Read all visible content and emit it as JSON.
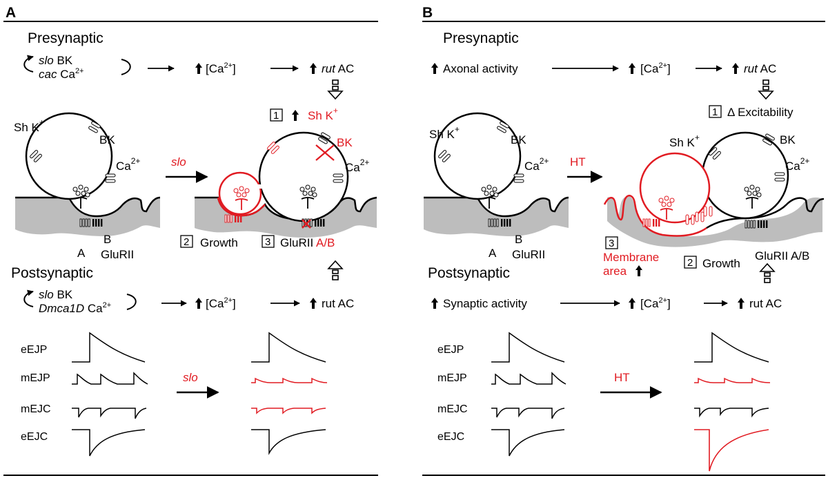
{
  "panelA": {
    "letter": "A",
    "presynaptic": "Presynaptic",
    "postsynaptic": "Postsynaptic",
    "pre_gene1": "slo",
    "pre_chan1": "BK",
    "pre_gene2": "cac",
    "pre_chan2": "Ca",
    "ca_label": "[Ca",
    "ca_close": "]",
    "rut": "rut",
    "ac": "AC",
    "step1_num": "1",
    "step1_text": "Sh K",
    "shk": "Sh K",
    "bk": "BK",
    "ca2": "Ca",
    "b_label": "B",
    "a_label": "A",
    "glurii": "GluRII",
    "arrow_label": "slo",
    "bk_red": "BK",
    "step2_num": "2",
    "step2_text": "Growth",
    "step3_num": "3",
    "step3_text": "GluRII",
    "step3_red": "A/B",
    "post_gene1": "slo",
    "post_chan1": "BK",
    "post_gene2": "Dmca1D",
    "post_chan2": "Ca",
    "rut_ac_post": "rut AC",
    "traces": [
      "eEJP",
      "mEJP",
      "mEJC",
      "eEJC"
    ],
    "trace_arrow": "slo"
  },
  "panelB": {
    "letter": "B",
    "presynaptic": "Presynaptic",
    "postsynaptic": "Postsynaptic",
    "axonal": "Axonal activity",
    "ca_label": "[Ca",
    "ca_close": "]",
    "rut": "rut",
    "ac": "AC",
    "step1_num": "1",
    "step1_text": "Δ Excitability",
    "shk": "Sh K",
    "bk": "BK",
    "ca2": "Ca",
    "b_label": "B",
    "a_label": "A",
    "glurii": "GluRII",
    "arrow_label": "HT",
    "step3_num": "3",
    "membrane1": "Membrane",
    "membrane2": "area",
    "step2_num": "2",
    "step2_text": "Growth",
    "glurii_ab": "GluRII A/B",
    "synaptic": "Synaptic activity",
    "rut_ac_post": "rut AC",
    "traces": [
      "eEJP",
      "mEJP",
      "mEJC",
      "eEJC"
    ],
    "trace_arrow": "HT"
  },
  "superscripts": {
    "ca": "2+",
    "k": "+"
  },
  "colors": {
    "red": "#e11b22",
    "black": "#000000",
    "gray": "#bdbdbd"
  }
}
